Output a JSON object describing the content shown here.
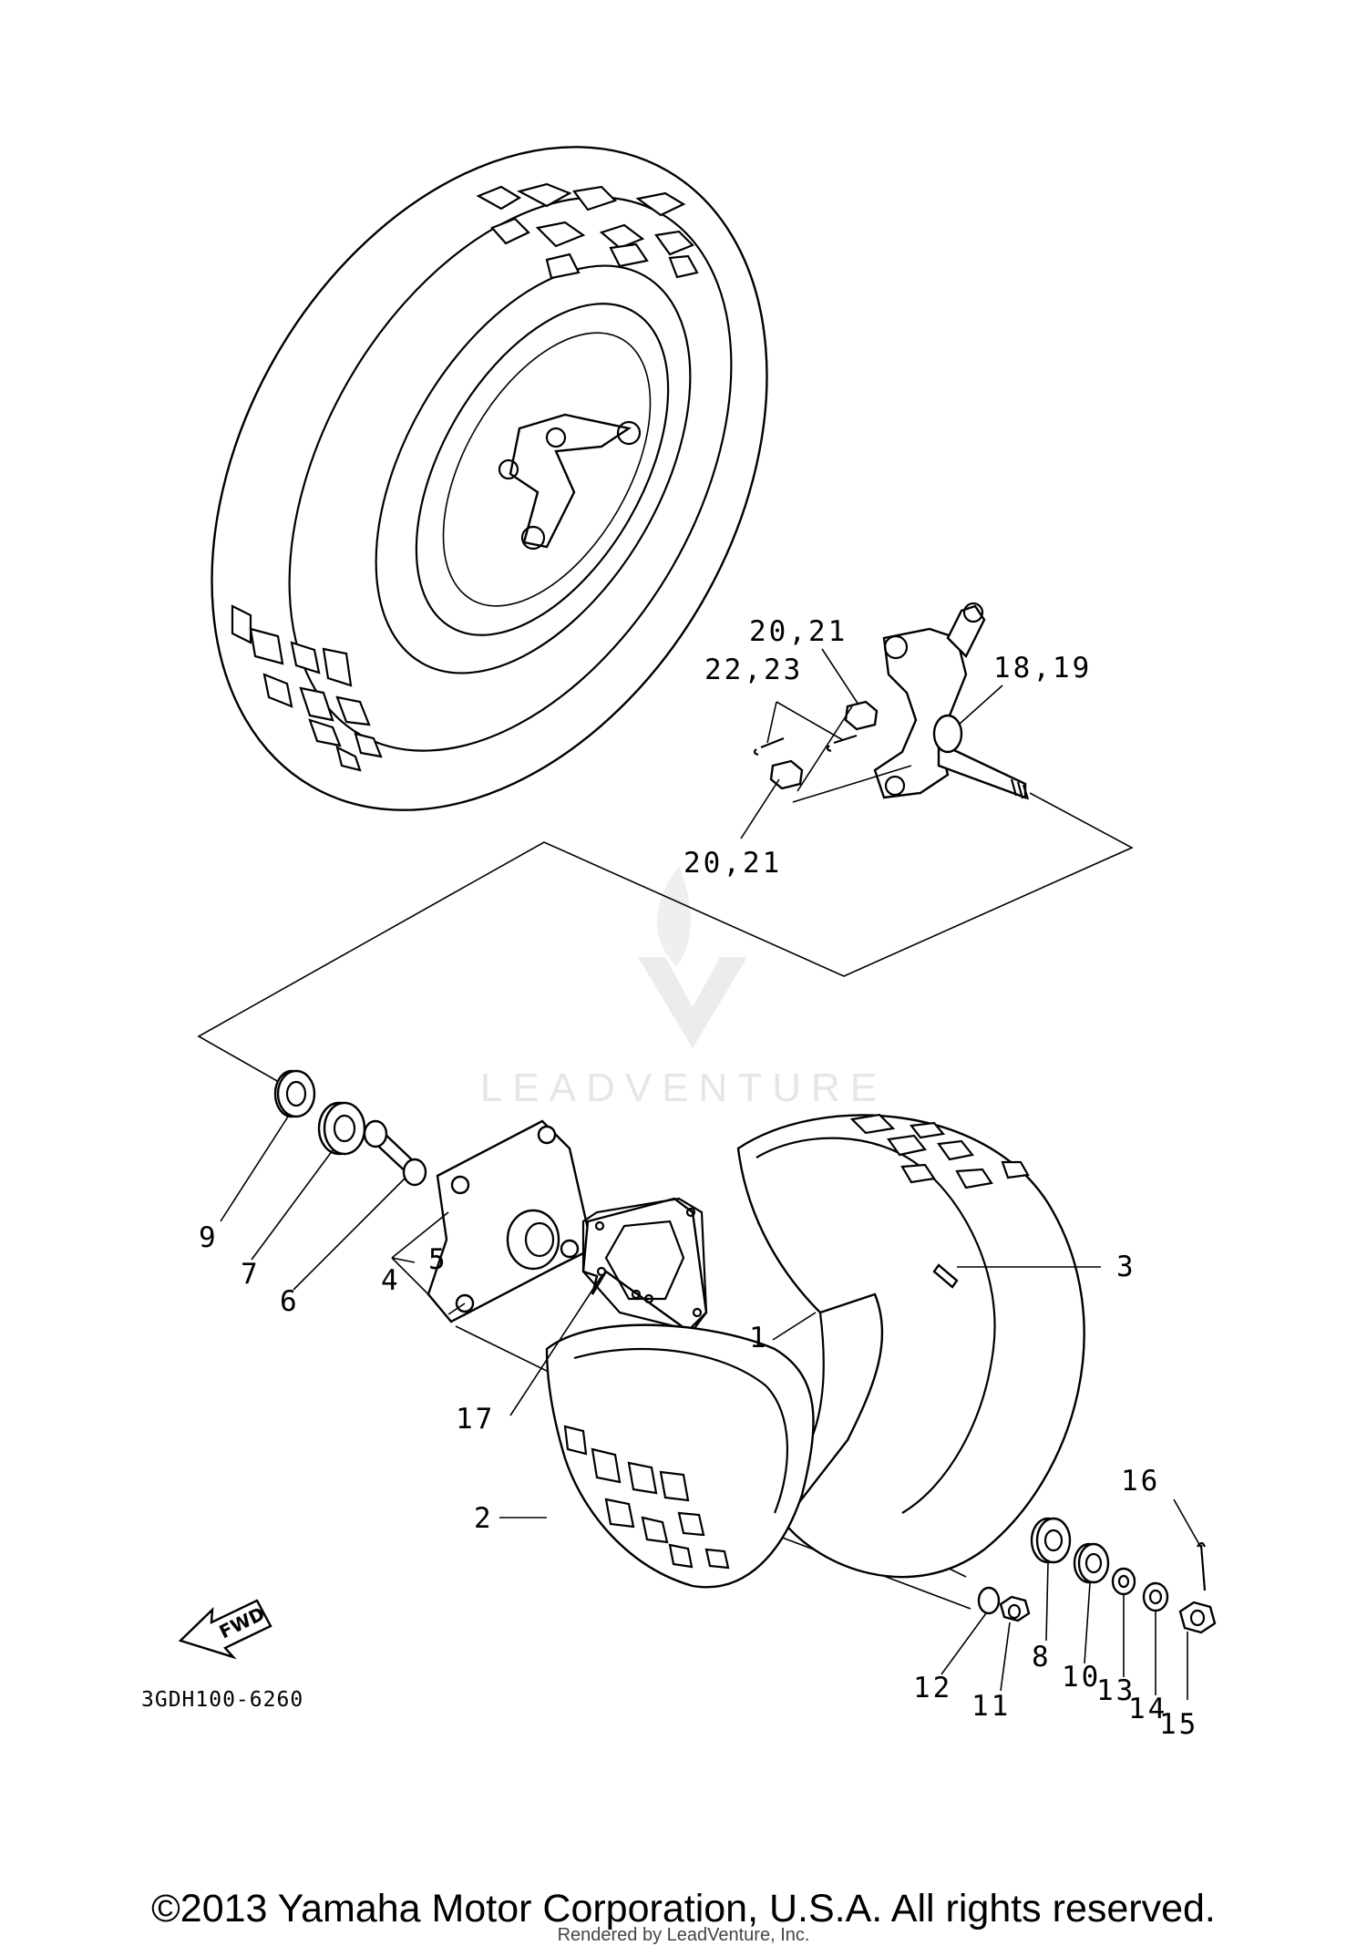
{
  "watermark": {
    "brand": "LEADVENTURE"
  },
  "callouts": {
    "c1": "1",
    "c2": "2",
    "c3": "3",
    "c4": "4",
    "c5": "5",
    "c6": "6",
    "c7": "7",
    "c8": "8",
    "c9": "9",
    "c10": "10",
    "c11": "11",
    "c12": "12",
    "c13": "13",
    "c14": "14",
    "c15": "15",
    "c16": "16",
    "c17": "17",
    "c18": "18,19",
    "c20a": "20,21",
    "c20b": "20,21",
    "c22": "22,23"
  },
  "fwd_label": "FWD",
  "diagram_code": "3GDH100-6260",
  "footer": {
    "copyright": "©2013 Yamaha Motor Corporation, U.S.A. All rights reserved.",
    "rendered": "Rendered by LeadVenture, Inc."
  }
}
